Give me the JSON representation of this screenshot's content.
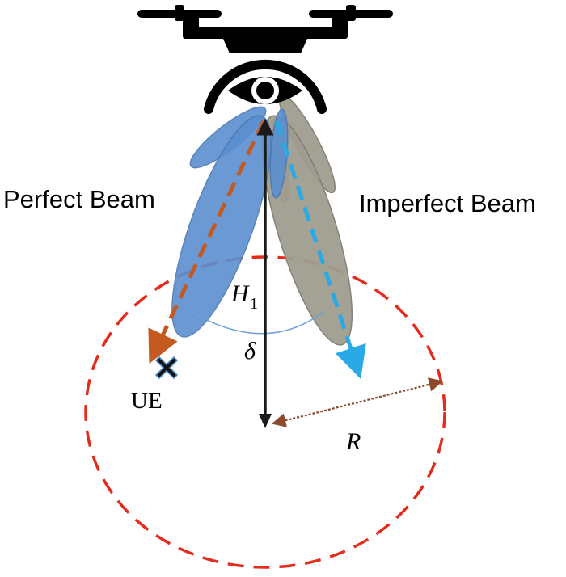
{
  "labels": {
    "perfect_beam": "Perfect Beam",
    "imperfect_beam": "Imperfect Beam",
    "height": "H",
    "height_subscript": "1",
    "angle": "δ",
    "ue": "UE",
    "radius": "R"
  },
  "colors": {
    "perfect_lobe": "#5b8fd0",
    "perfect_lobe_edge": "#4a78b4",
    "imperfect_lobe": "#a09d90",
    "imperfect_lobe_edge": "#7f7c70",
    "perfect_direction": "#c55a21",
    "imperfect_direction": "#29a9e6",
    "coverage_circle": "#e52b1c",
    "height_arrow": "#1a1a1a",
    "radius_arrow": "#8b4a2a",
    "angle_arc": "#6f9fd8",
    "ue_marker": "#111111",
    "ue_outline": "#4c8fd0",
    "drone": "#000000"
  },
  "icons": {
    "drone": "drone-icon",
    "ue": "x-marker-icon"
  }
}
